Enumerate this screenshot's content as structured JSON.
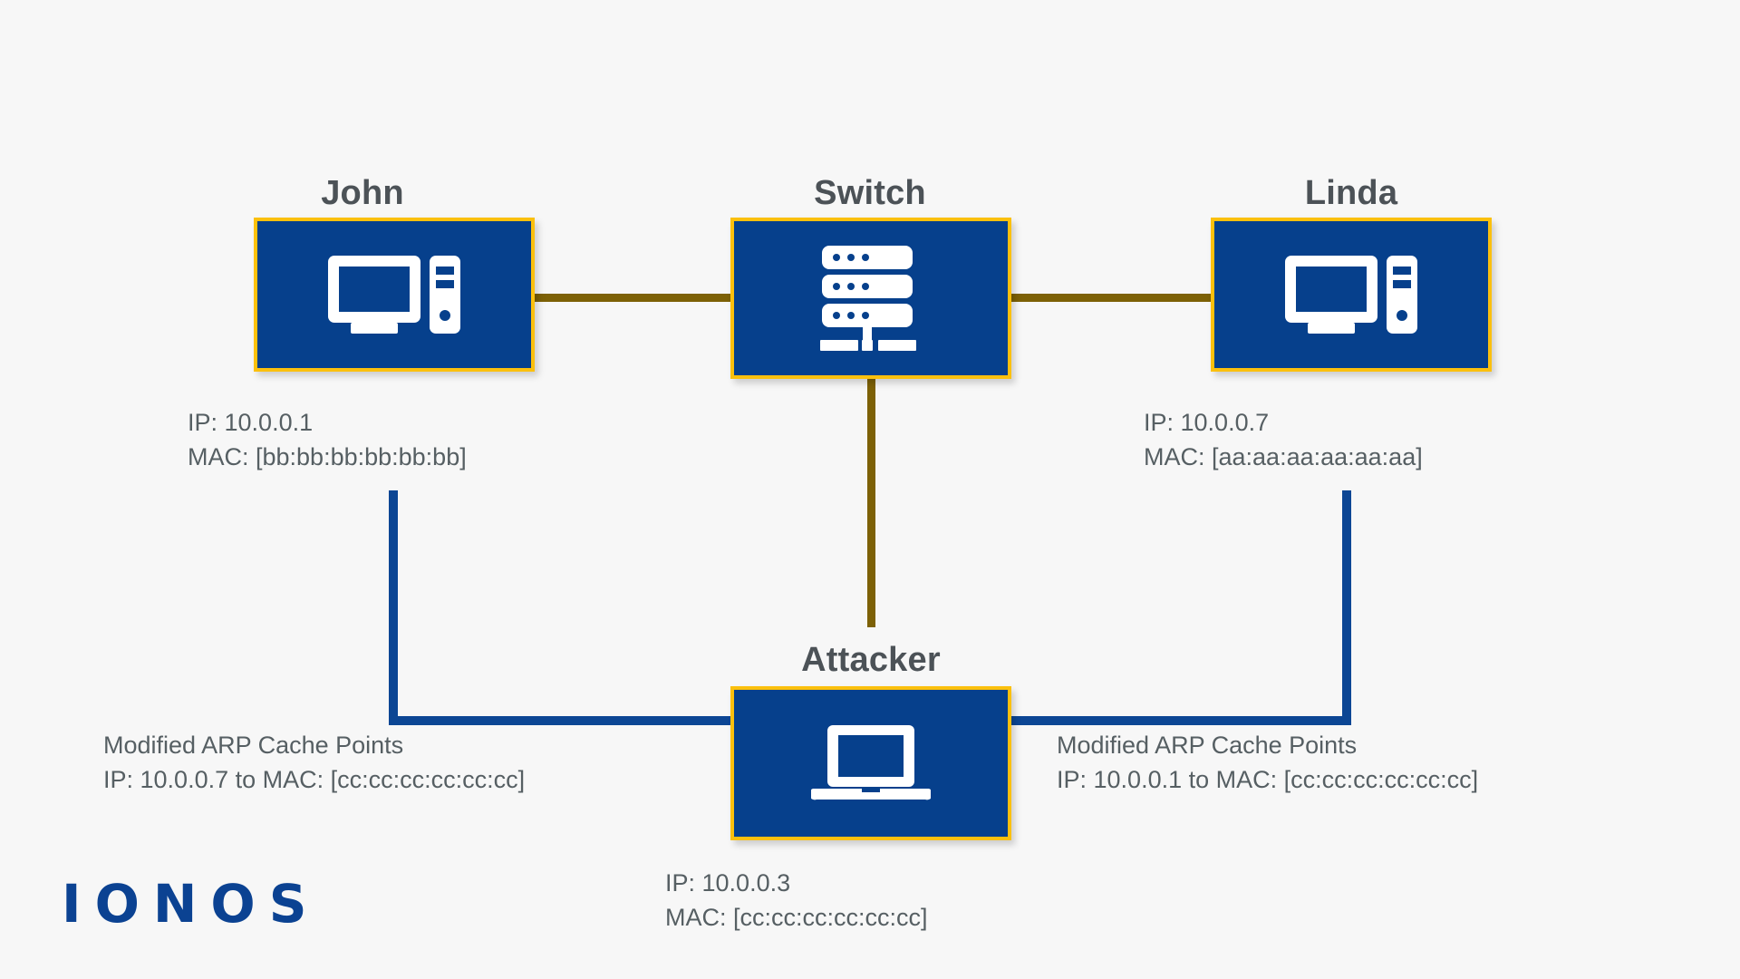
{
  "diagram": {
    "title": "ARP Spoofing / ARP Cache Poisoning network diagram",
    "background_color": "#f7f7f7",
    "colors": {
      "node_fill": "#06408c",
      "node_border": "#fbc00d",
      "switch_link": "#7d6106",
      "attacker_link": "#0c4694",
      "title_text": "#4c5257",
      "body_text": "#565f63",
      "logo": "#0b4292"
    }
  },
  "nodes": {
    "john": {
      "title": "John",
      "icon": "desktop-computer-icon",
      "info": {
        "ip": "IP: 10.0.0.1",
        "mac": "MAC: [bb:bb:bb:bb:bb:bb]"
      }
    },
    "switch": {
      "title": "Switch",
      "icon": "network-switch-icon"
    },
    "linda": {
      "title": "Linda",
      "icon": "desktop-computer-icon",
      "info": {
        "ip": "IP: 10.0.0.7",
        "mac": "MAC: [aa:aa:aa:aa:aa:aa]"
      }
    },
    "attacker": {
      "title": "Attacker",
      "icon": "laptop-icon",
      "info": {
        "ip": "IP: 10.0.0.3",
        "mac": "MAC: [cc:cc:cc:cc:cc:cc]"
      }
    }
  },
  "annotations": {
    "left": {
      "line1": "Modified ARP Cache Points",
      "line2": "IP: 10.0.0.7 to MAC: [cc:cc:cc:cc:cc:cc]"
    },
    "right": {
      "line1": "Modified ARP Cache Points",
      "line2": "IP: 10.0.0.1 to MAC: [cc:cc:cc:cc:cc:cc]"
    }
  },
  "branding": {
    "logo_text": "IONOS"
  }
}
